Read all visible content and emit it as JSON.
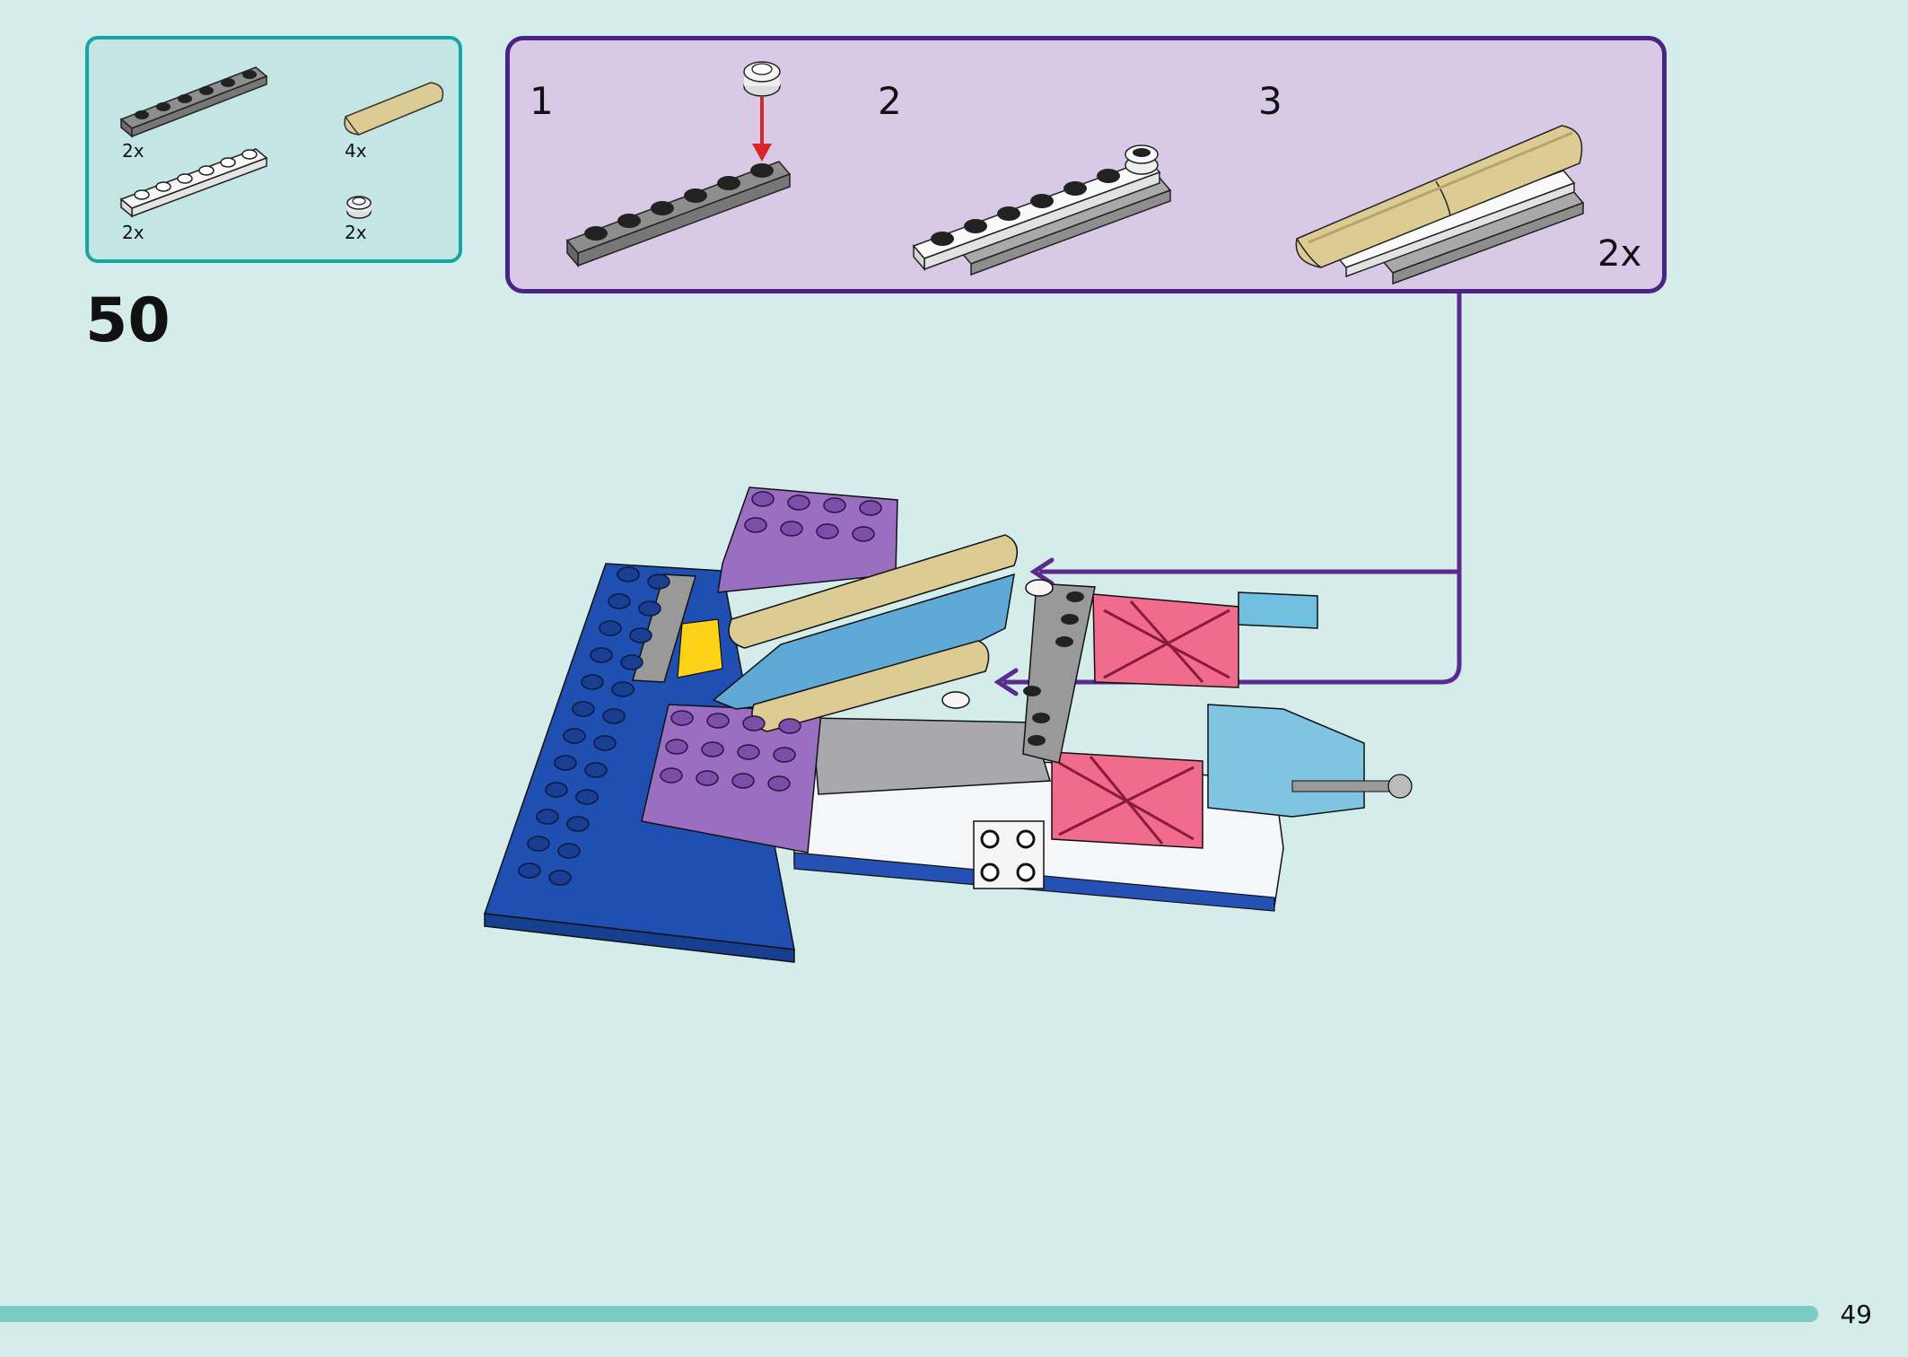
{
  "step": {
    "number": "50"
  },
  "parts": [
    {
      "name": "plate-1x6-dark-gray",
      "qty": "2x"
    },
    {
      "name": "tile-curved-tan",
      "qty": "4x"
    },
    {
      "name": "plate-1x6-white",
      "qty": "2x"
    },
    {
      "name": "round-plate-1x1-white",
      "qty": "2x"
    }
  ],
  "substeps": [
    {
      "label": "1"
    },
    {
      "label": "2"
    },
    {
      "label": "3",
      "multiplier": "2x"
    }
  ],
  "page": {
    "number": "49"
  },
  "colors": {
    "background": "#d4ecea",
    "parts_box_border": "#16a5a0",
    "substep_box_bg": "#d8c9e6",
    "substep_box_border": "#4a2383",
    "arrow_red": "#d8262b",
    "callout_arrow": "#5a2a8f",
    "page_bar": "#7ccac5"
  }
}
